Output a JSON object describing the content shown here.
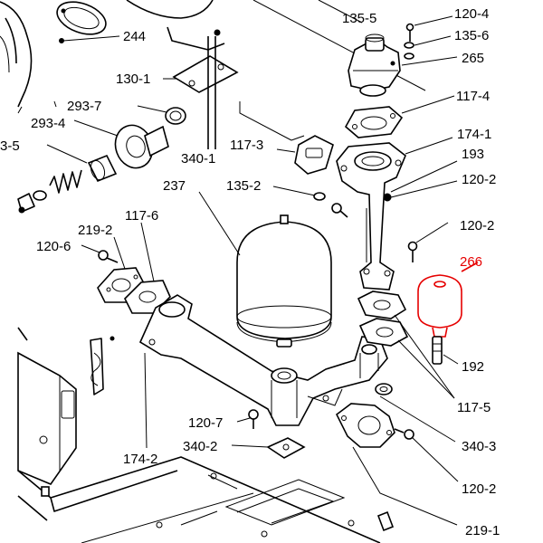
{
  "labels": {
    "l_244": "244",
    "l_130_1": "130-1",
    "l_135_5": "135-5",
    "l_120_4": "120-4",
    "l_135_6": "135-6",
    "l_265": "265",
    "l_117_4": "117-4",
    "l_293_7": "293-7",
    "l_293_4": "293-4",
    "l_3_5": "3-5",
    "l_340_1": "340-1",
    "l_117_3": "117-3",
    "l_174_1": "174-1",
    "l_193": "193",
    "l_237": "237",
    "l_135_2": "135-2",
    "l_120_2a": "120-2",
    "l_117_6": "117-6",
    "l_219_2": "219-2",
    "l_120_6": "120-6",
    "l_120_2b": "120-2",
    "l_266": "266",
    "l_192": "192",
    "l_117_5": "117-5",
    "l_120_7": "120-7",
    "l_340_2": "340-2",
    "l_340_3": "340-3",
    "l_174_2": "174-2",
    "l_120_2c": "120-2",
    "l_219_1": "219-1"
  },
  "highlight_color": "#e60000"
}
